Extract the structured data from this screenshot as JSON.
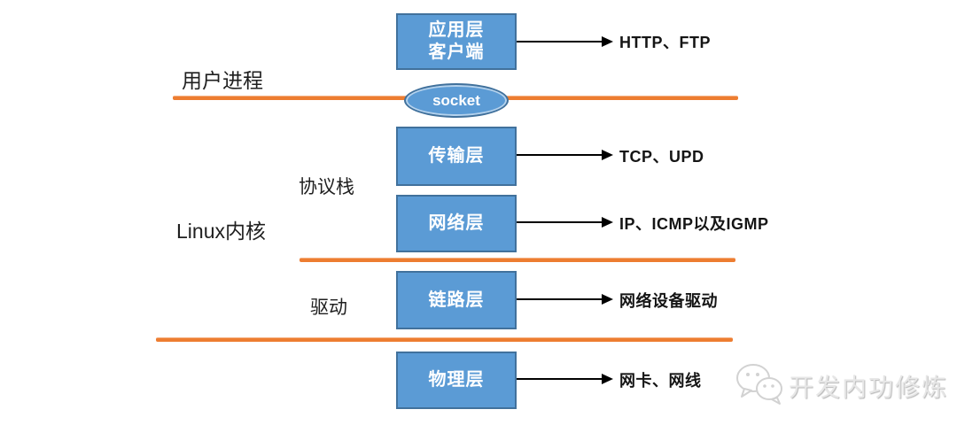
{
  "diagram": {
    "title_context": "Linux network stack layers",
    "region_labels": {
      "user_process": "用户进程",
      "linux_kernel": "Linux内核",
      "protocol_stack": "协议栈",
      "driver": "驱动"
    },
    "socket": {
      "label": "socket"
    },
    "layers": [
      {
        "label_line1": "应用层",
        "label_line2": "客户端",
        "protocols": "HTTP、FTP"
      },
      {
        "label": "传输层",
        "protocols": "TCP、UPD"
      },
      {
        "label": "网络层",
        "protocols": "IP、ICMP以及IGMP"
      },
      {
        "label": "链路层",
        "protocols": "网络设备驱动"
      },
      {
        "label": "物理层",
        "protocols": "网卡、网线"
      }
    ],
    "watermark": {
      "icon": "wechat-icon",
      "text": "开发内功修炼"
    },
    "colors": {
      "box_fill": "#5B9BD5",
      "box_border": "#41719C",
      "divider_orange": "#ED7D31",
      "arrow_black": "#000000",
      "watermark_gray": "#e7e7e7"
    }
  }
}
